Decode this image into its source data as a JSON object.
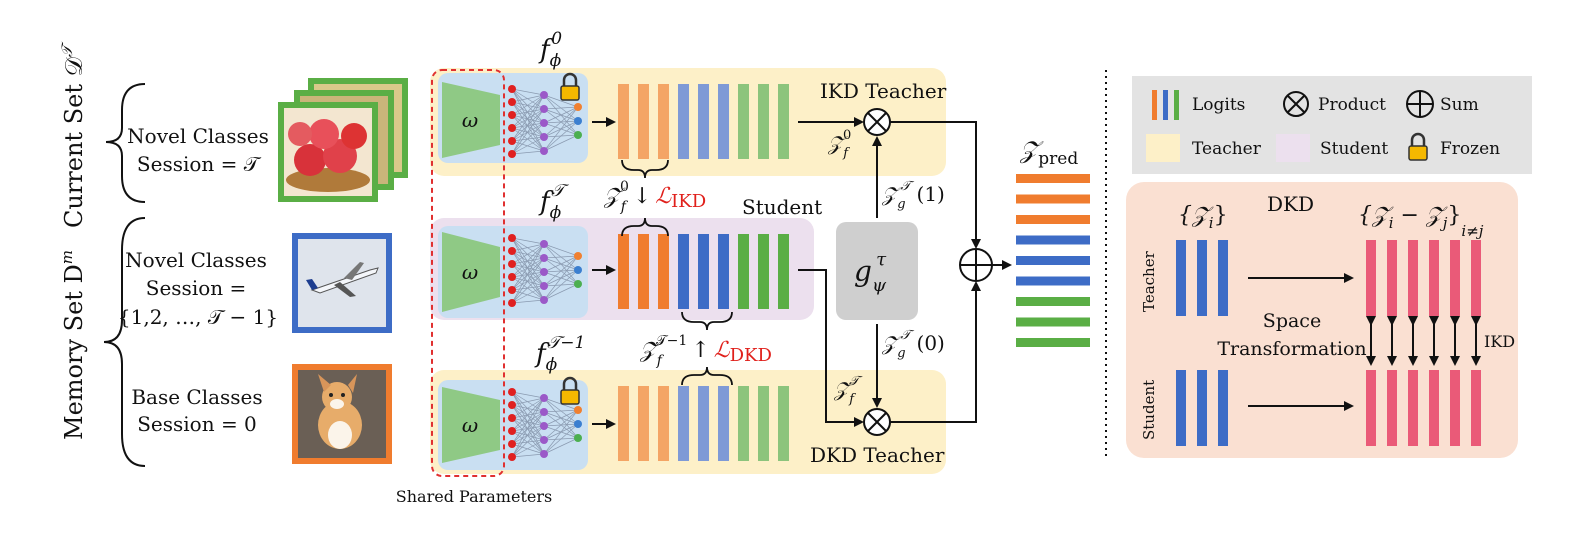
{
  "colors": {
    "teacher_bg": "#fdf0c8",
    "student_bg": "#ece0ee",
    "network_bg": "#c9dff2",
    "encoder_green": "#8fc985",
    "shared_border": "#e03030",
    "logit_orange": "#f07c2e",
    "logit_blue": "#3d6cc6",
    "logit_green": "#5aae45",
    "logit_orange_light": "#f4a565",
    "logit_blue_light": "#7f9ad6",
    "logit_green_light": "#8cc47c",
    "dkd_panel_bg": "#fae0d2",
    "dkd_pink": "#ea5a78",
    "legend_bg": "#e3e3e3",
    "gate_gray": "#cfcfcf",
    "loss_red": "#e0201b",
    "node_red": "#e02020",
    "node_purple": "#9b59c8",
    "node_blue": "#3b7fd0",
    "node_orange": "#f08030",
    "node_green": "#4caf50",
    "lock_yellow": "#f5b800"
  },
  "left_sets": {
    "current_set": "Current Set 𝒟",
    "current_set_sup": "𝒯",
    "memory_set": "Memory Set D",
    "memory_set_sup": "m"
  },
  "groups": [
    {
      "line1": "Novel Classes",
      "line2": "Session = 𝒯",
      "line3": ""
    },
    {
      "line1": "Novel Classes",
      "line2": "Session =",
      "line3": "{1,2, …, 𝒯 − 1}"
    },
    {
      "line1": "Base Classes",
      "line2": "Session = 0",
      "line3": ""
    }
  ],
  "images": [
    "apples",
    "airplane",
    "corgi"
  ],
  "encoder_symbol": "ω",
  "shared_parameters": "Shared Parameters",
  "network_labels": [
    {
      "main": "f",
      "sub": "ϕ",
      "sup": "0"
    },
    {
      "main": "f",
      "sub": "ϕ",
      "sup": "𝒯"
    },
    {
      "main": "f",
      "sub": "ϕ",
      "sup": "𝒯−1"
    }
  ],
  "row_titles": {
    "ikd_teacher": "IKD Teacher",
    "student": "Student",
    "dkd_teacher": "DKD Teacher"
  },
  "loss_ikd": {
    "lhs_main": "𝒵",
    "lhs_sub": "f",
    "lhs_sup": "0",
    "arrow": "↓",
    "loss": "ℒ",
    "loss_sub": "IKD"
  },
  "loss_dkd": {
    "lhs_main": "𝒵",
    "lhs_sub": "f",
    "lhs_sup": "𝒯−1",
    "arrow": "↑",
    "loss": "ℒ",
    "loss_sub": "DKD"
  },
  "gate": {
    "main": "g",
    "sub": "ψ",
    "sup": "τ"
  },
  "mult_labels": {
    "z_f0": {
      "main": "𝒵",
      "sub": "f",
      "sup": "0"
    },
    "z_fT": {
      "main": "𝒵",
      "sub": "f",
      "sup": "𝒯"
    },
    "z_g1": {
      "main": "𝒵",
      "sub": "g",
      "sup": "𝒯",
      "arg": "(1)"
    },
    "z_g0": {
      "main": "𝒵",
      "sub": "g",
      "sup": "𝒯",
      "arg": "(0)"
    }
  },
  "pred_label": {
    "main": "𝒵",
    "sub": "pred"
  },
  "legend": {
    "logits": "Logits",
    "product": "Product",
    "sum": "Sum",
    "teacher": "Teacher",
    "student": "Student",
    "frozen": "Frozen"
  },
  "dkd_panel": {
    "title": "DKD",
    "zi": "{𝒵",
    "zi_sub": "i",
    "zi_close": "}",
    "diff_open": "{𝒵",
    "diff_sub_i": "i",
    "diff_mid": " − 𝒵",
    "diff_sub_j": "j",
    "diff_close": "}",
    "diff_cond": "i≠j",
    "teacher": "Teacher",
    "student": "Student",
    "space": "Space",
    "transformation": "Transformation",
    "ikd": "IKD"
  }
}
